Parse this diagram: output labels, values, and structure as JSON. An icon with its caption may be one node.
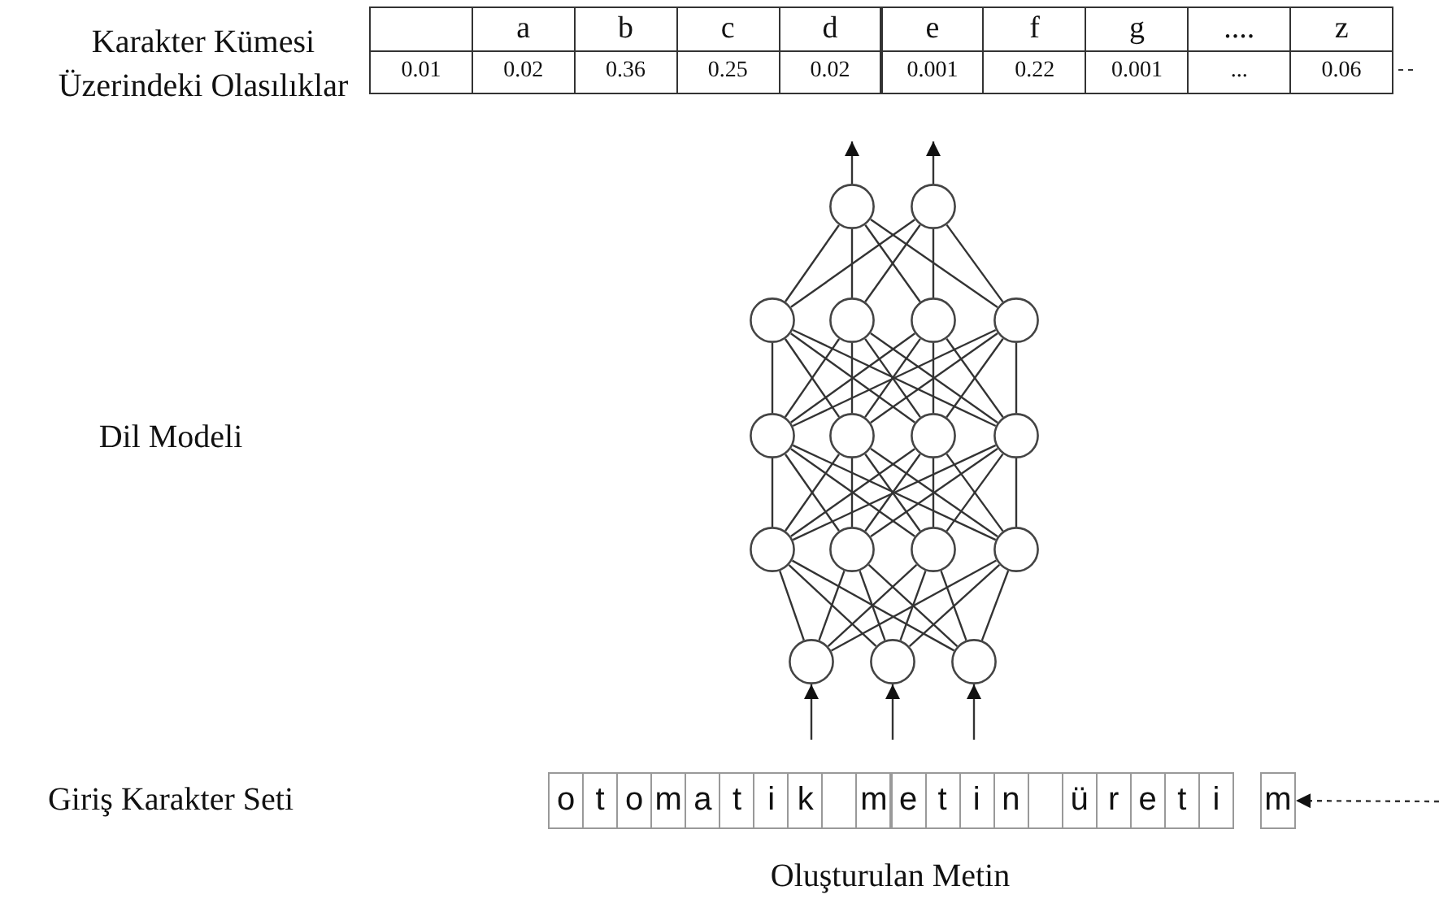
{
  "diagram": {
    "nodes": [
      {
        "text": [],
        "shape": "circle"
      },
      {
        "text": [],
        "shape": "circle"
      },
      {
        "text": [],
        "shape": "circle"
      },
      {
        "text": [],
        "shape": "circle"
      },
      {
        "text": [],
        "shape": "circle"
      },
      {
        "text": [],
        "shape": "circle"
      },
      {
        "text": [],
        "shape": "circle"
      },
      {
        "text": [],
        "shape": "circle"
      },
      {
        "text": [],
        "shape": "circle"
      },
      {
        "text": [],
        "shape": "circle"
      },
      {
        "text": [],
        "shape": "circle"
      },
      {
        "text": [],
        "shape": "circle"
      },
      {
        "text": [],
        "shape": "circle"
      },
      {
        "text": [],
        "shape": "circle"
      },
      {
        "text": [],
        "shape": "circle"
      },
      {
        "text": [],
        "shape": "circle"
      },
      {
        "text": [],
        "shape": "circle"
      },
      {
        "text": [
          "m"
        ]
      }
    ],
    "edges": [
      {
        "from": 0,
        "to": 2,
        "arrow": "none"
      },
      {
        "from": 0,
        "to": 3,
        "arrow": "none"
      },
      {
        "from": 0,
        "to": 4,
        "arrow": "none"
      },
      {
        "from": 0,
        "to": 5,
        "arrow": "none"
      },
      {
        "from": 1,
        "to": 2,
        "arrow": "none"
      },
      {
        "from": 1,
        "to": 3,
        "arrow": "none"
      },
      {
        "from": 1,
        "to": 4,
        "arrow": "none"
      },
      {
        "from": 1,
        "to": 5,
        "arrow": "none"
      },
      {
        "from": 2,
        "to": 6,
        "arrow": "none"
      },
      {
        "from": 2,
        "to": 7,
        "arrow": "none"
      },
      {
        "from": 2,
        "to": 8,
        "arrow": "none"
      },
      {
        "from": 2,
        "to": 9,
        "arrow": "none"
      },
      {
        "from": 3,
        "to": 6,
        "arrow": "none"
      },
      {
        "from": 3,
        "to": 7,
        "arrow": "none"
      },
      {
        "from": 3,
        "to": 8,
        "arrow": "none"
      },
      {
        "from": 3,
        "to": 9,
        "arrow": "none"
      },
      {
        "from": 4,
        "to": 6,
        "arrow": "none"
      },
      {
        "from": 4,
        "to": 7,
        "arrow": "none"
      },
      {
        "from": 4,
        "to": 8,
        "arrow": "none"
      },
      {
        "from": 4,
        "to": 9,
        "arrow": "none"
      },
      {
        "from": 5,
        "to": 6,
        "arrow": "none"
      },
      {
        "from": 5,
        "to": 7,
        "arrow": "none"
      },
      {
        "from": 5,
        "to": 8,
        "arrow": "none"
      },
      {
        "from": 5,
        "to": 9,
        "arrow": "none"
      },
      {
        "from": 6,
        "to": 10,
        "arrow": "none"
      },
      {
        "from": 6,
        "to": 11,
        "arrow": "none"
      },
      {
        "from": 6,
        "to": 12,
        "arrow": "none"
      },
      {
        "from": 6,
        "to": 13,
        "arrow": "none"
      },
      {
        "from": 7,
        "to": 10,
        "arrow": "none"
      },
      {
        "from": 7,
        "to": 11,
        "arrow": "none"
      },
      {
        "from": 7,
        "to": 12,
        "arrow": "none"
      },
      {
        "from": 7,
        "to": 13,
        "arrow": "none"
      },
      {
        "from": 8,
        "to": 10,
        "arrow": "none"
      },
      {
        "from": 8,
        "to": 11,
        "arrow": "none"
      },
      {
        "from": 8,
        "to": 12,
        "arrow": "none"
      },
      {
        "from": 8,
        "to": 13,
        "arrow": "none"
      },
      {
        "from": 9,
        "to": 10,
        "arrow": "none"
      },
      {
        "from": 9,
        "to": 11,
        "arrow": "none"
      },
      {
        "from": 9,
        "to": 12,
        "arrow": "none"
      },
      {
        "from": 9,
        "to": 13,
        "arrow": "none"
      },
      {
        "from": 10,
        "to": 14,
        "arrow": "none"
      },
      {
        "from": 10,
        "to": 15,
        "arrow": "none"
      },
      {
        "from": 10,
        "to": 16,
        "arrow": "none"
      },
      {
        "from": 11,
        "to": 14,
        "arrow": "none"
      },
      {
        "from": 11,
        "to": 15,
        "arrow": "none"
      },
      {
        "from": 11,
        "to": 16,
        "arrow": "none"
      },
      {
        "from": 12,
        "to": 14,
        "arrow": "none"
      },
      {
        "from": 12,
        "to": 15,
        "arrow": "none"
      },
      {
        "from": 12,
        "to": 16,
        "arrow": "none"
      },
      {
        "from": 13,
        "to": 14,
        "arrow": "none"
      },
      {
        "from": 13,
        "to": 15,
        "arrow": "none"
      },
      {
        "from": 13,
        "to": 16,
        "arrow": "none"
      },
      {
        "from": 0,
        "to": null,
        "arrow": "to"
      },
      {
        "from": 1,
        "to": null,
        "arrow": "to"
      },
      {
        "from": null,
        "to": 14,
        "arrow": "to"
      },
      {
        "from": null,
        "to": 15,
        "arrow": "to"
      },
      {
        "from": null,
        "to": 16,
        "arrow": "to"
      },
      {
        "from": null,
        "to": 17,
        "arrow": "to",
        "style": "dashed"
      }
    ],
    "labels": [
      "Karakter Kümesi Üzerindeki Olasılıklar",
      "a",
      "b",
      "c",
      "d",
      "e",
      "f",
      "g",
      "....",
      "z",
      "0.01",
      "0.02",
      "0.36",
      "0.25",
      "0.02",
      "0.001",
      "0.22",
      "0.001",
      "...",
      "0.06",
      "Dil Modeli",
      "Giriş Karakter Seti",
      "o",
      "t",
      "o",
      "m",
      "a",
      "t",
      "i",
      "k",
      "m",
      "e",
      "t",
      "i",
      "n",
      "ü",
      "r",
      "e",
      "t",
      "i",
      "Oluşturulan Metin"
    ]
  }
}
